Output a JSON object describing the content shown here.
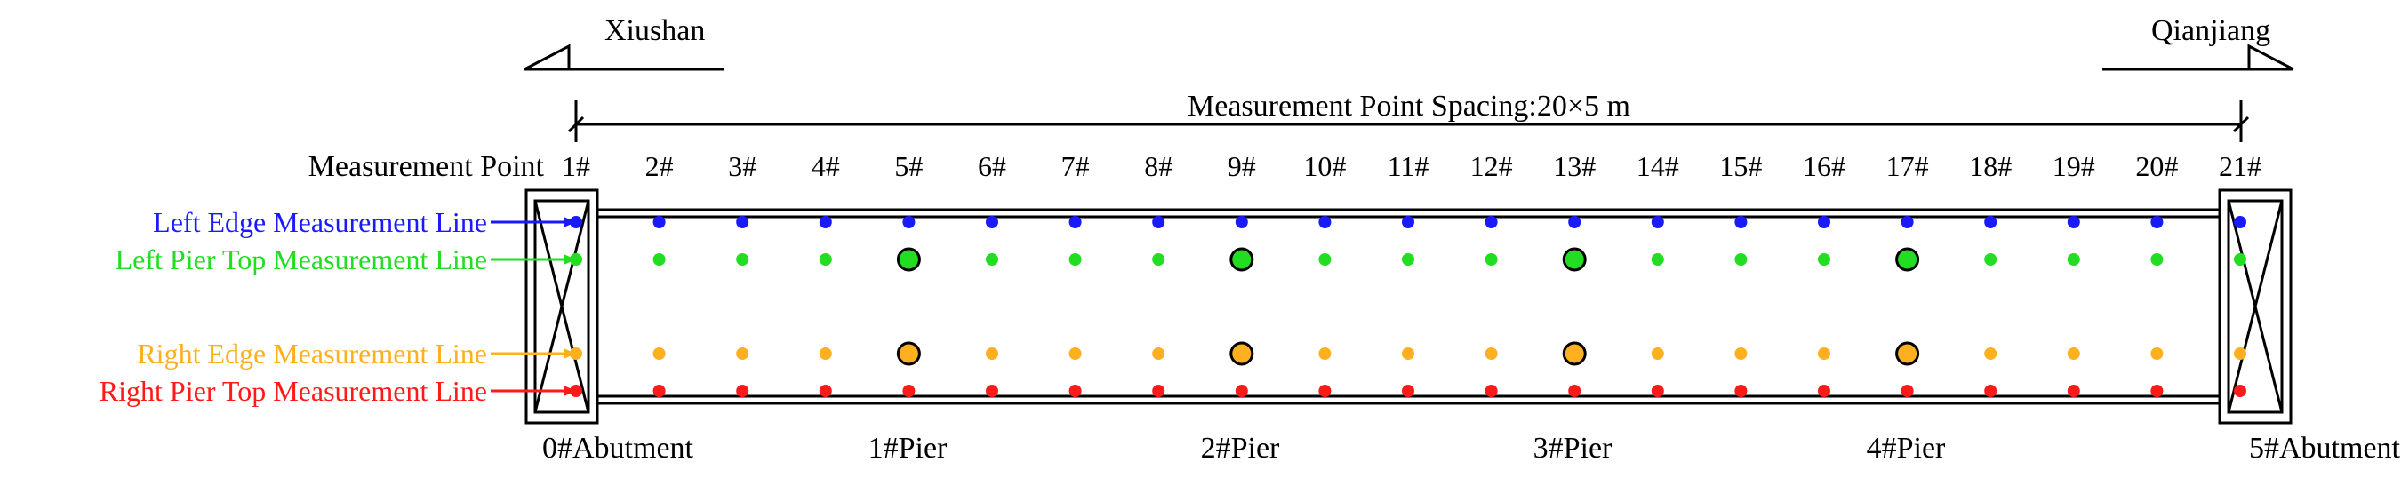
{
  "directions": {
    "left": "Xiushan",
    "right": "Qianjiang"
  },
  "spacing_label": "Measurement Point Spacing:20×5 m",
  "points_header": "Measurement Point",
  "points": [
    "1#",
    "2#",
    "3#",
    "4#",
    "5#",
    "6#",
    "7#",
    "8#",
    "9#",
    "10#",
    "11#",
    "12#",
    "13#",
    "14#",
    "15#",
    "16#",
    "17#",
    "18#",
    "19#",
    "20#",
    "21#"
  ],
  "lines": [
    {
      "label": "Left Edge Measurement Line",
      "color": "#1a1aff"
    },
    {
      "label": "Left Pier Top Measurement Line",
      "color": "#22dd22"
    },
    {
      "label": "Right Edge Measurement Line",
      "color": "#ffb020"
    },
    {
      "label": "Right Pier Top Measurement Line",
      "color": "#ff1a1a"
    }
  ],
  "highlighted_points": [
    "5#",
    "9#",
    "13#",
    "17#"
  ],
  "supports": [
    "0#Abutment",
    "1#Pier",
    "2#Pier",
    "3#Pier",
    "4#Pier",
    "5#Abutment"
  ]
}
